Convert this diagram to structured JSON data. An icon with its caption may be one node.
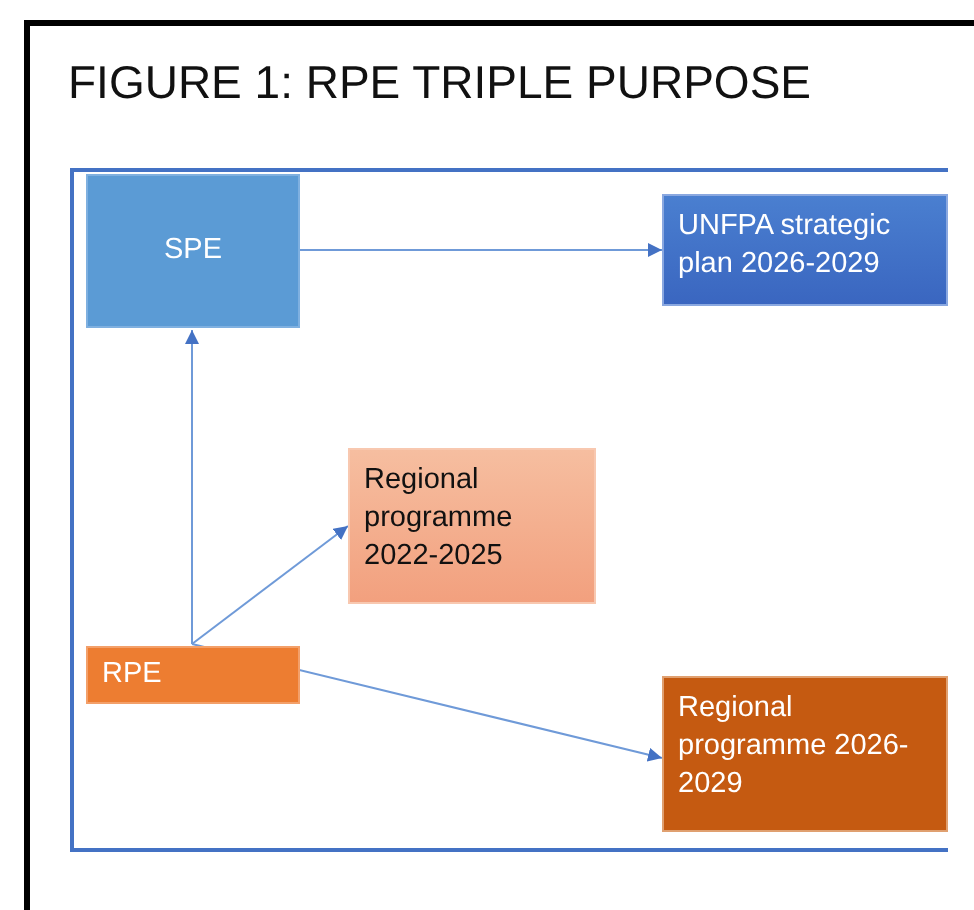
{
  "diagram": {
    "title": "FIGURE 1: RPE TRIPLE PURPOSE",
    "nodes": [
      {
        "text": [
          "SPE"
        ]
      },
      {
        "text": [
          "UNFPA strategic plan 2026-2029"
        ]
      },
      {
        "text": [
          "Regional programme 2022-2025"
        ]
      },
      {
        "text": [
          "RPE"
        ]
      },
      {
        "text": [
          "Regional programme 2026-2029"
        ]
      }
    ],
    "edges": [
      {
        "from": 0,
        "to": 1,
        "arrow": "to"
      },
      {
        "from": 3,
        "to": 0,
        "arrow": "to"
      },
      {
        "from": 3,
        "to": 2,
        "arrow": "to"
      },
      {
        "from": 3,
        "to": 4,
        "arrow": "to"
      }
    ]
  }
}
